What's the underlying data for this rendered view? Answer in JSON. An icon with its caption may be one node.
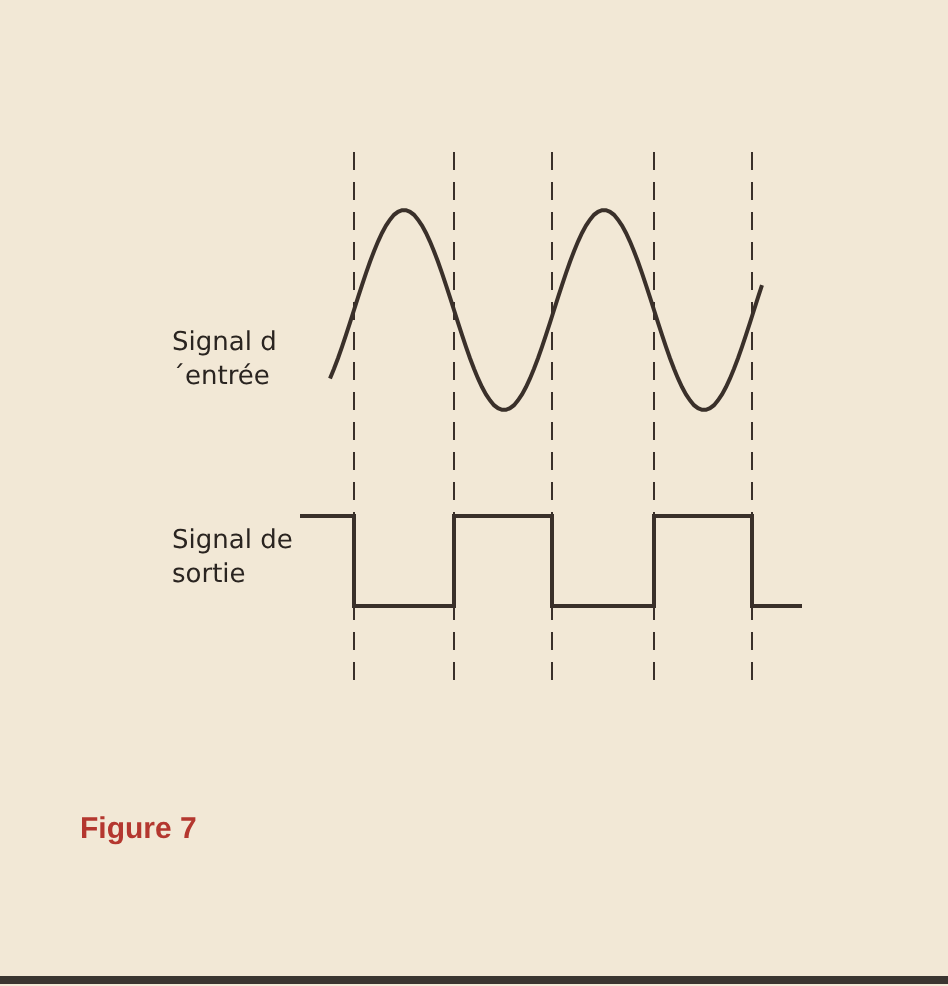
{
  "diagram": {
    "caption": "Figure 7",
    "labels": [
      "Signal d´entrée",
      "Signal de sortie"
    ]
  }
}
